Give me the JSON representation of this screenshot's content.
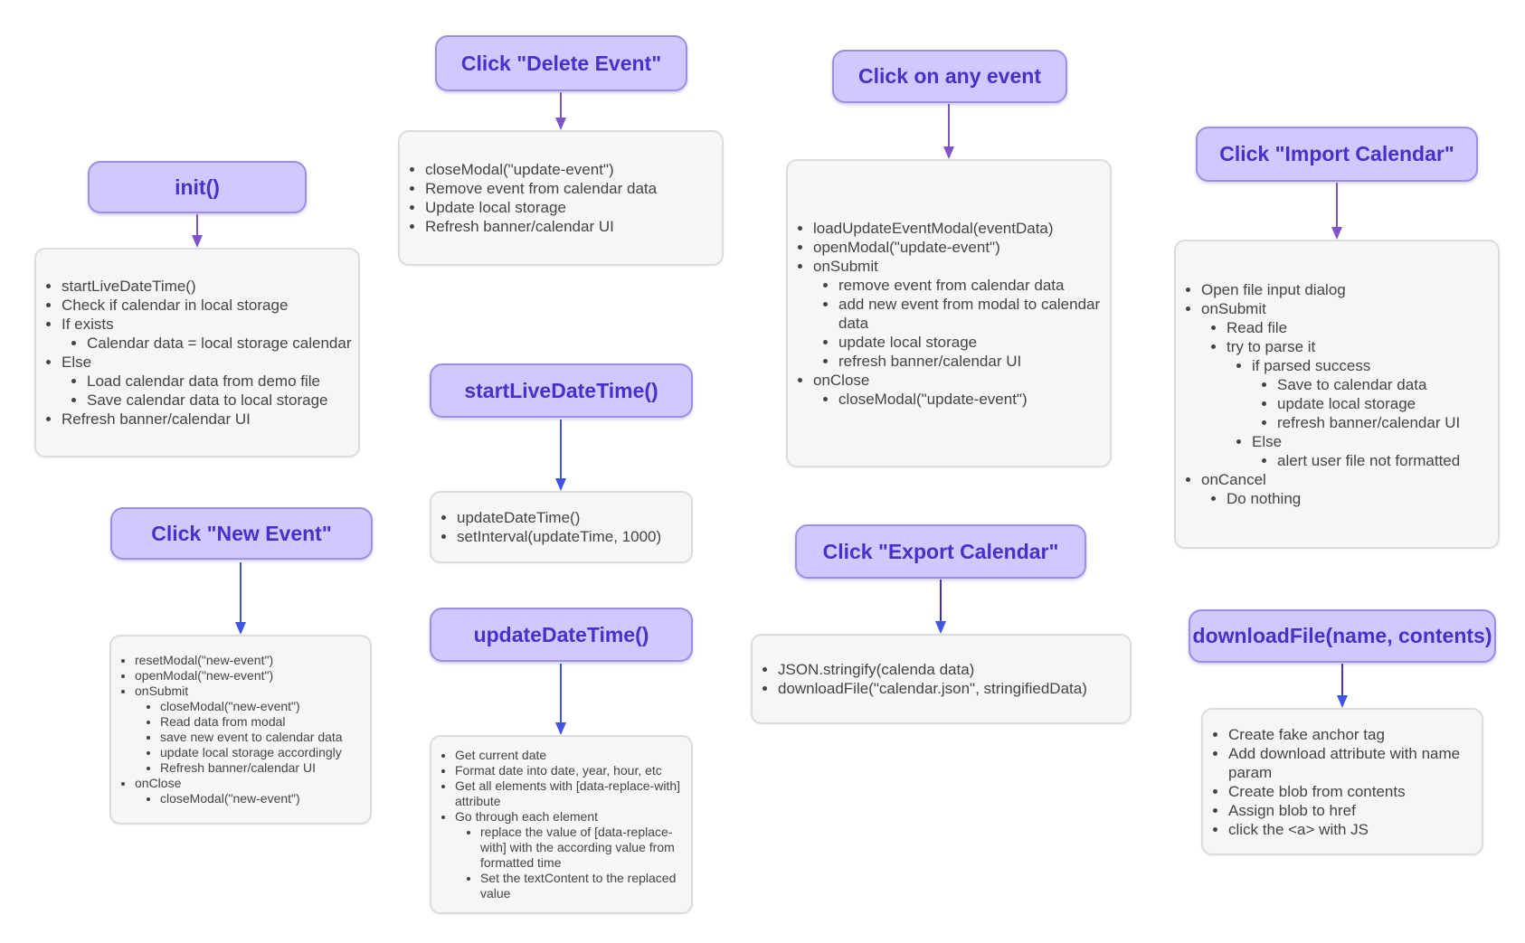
{
  "nodes": {
    "init": {
      "title": "init()",
      "items": [
        {
          "text": "startLiveDateTime()"
        },
        {
          "text": "Check if calendar in local storage"
        },
        {
          "text": "If exists",
          "children": [
            {
              "text": "Calendar data = local storage calendar"
            }
          ]
        },
        {
          "text": "Else",
          "children": [
            {
              "text": "Load calendar data from demo file"
            },
            {
              "text": "Save calendar data to local storage"
            }
          ]
        },
        {
          "text": "Refresh banner/calendar UI"
        }
      ]
    },
    "new_event": {
      "title": "Click \"New Event\"",
      "items": [
        {
          "text": "resetModal(\"new-event\")"
        },
        {
          "text": "openModal(\"new-event\")"
        },
        {
          "text": "onSubmit",
          "children": [
            {
              "text": "closeModal(\"new-event\")"
            },
            {
              "text": "Read data from modal"
            },
            {
              "text": "save new event to calendar data"
            },
            {
              "text": "update local storage accordingly"
            },
            {
              "text": "Refresh banner/calendar UI"
            }
          ]
        },
        {
          "text": "onClose",
          "children": [
            {
              "text": "closeModal(\"new-event\")"
            }
          ]
        }
      ]
    },
    "delete_event": {
      "title": "Click \"Delete Event\"",
      "items": [
        {
          "text": "closeModal(\"update-event\")"
        },
        {
          "text": "Remove event from calendar data"
        },
        {
          "text": "Update local storage"
        },
        {
          "text": "Refresh banner/calendar UI"
        }
      ]
    },
    "start_live": {
      "title": "startLiveDateTime()",
      "items": [
        {
          "text": "updateDateTime()"
        },
        {
          "text": "setInterval(updateTime, 1000)"
        }
      ]
    },
    "update_dt": {
      "title": "updateDateTime()",
      "items": [
        {
          "text": "Get current date"
        },
        {
          "text": "Format date into date, year, hour, etc"
        },
        {
          "text": "Get all elements with [data-replace-with] attribute"
        },
        {
          "text": "Go through each element",
          "children": [
            {
              "text": "replace the value of [data-replace-with] with the according value from formatted time"
            },
            {
              "text": "Set the textContent to the replaced value"
            }
          ]
        }
      ]
    },
    "any_event": {
      "title": "Click on any event",
      "items": [
        {
          "text": "loadUpdateEventModal(eventData)"
        },
        {
          "text": "openModal(\"update-event\")"
        },
        {
          "text": "onSubmit",
          "children": [
            {
              "text": "remove event from calendar data"
            },
            {
              "text": "add new event from modal to calendar data"
            },
            {
              "text": "update local storage"
            },
            {
              "text": "refresh banner/calendar UI"
            }
          ]
        },
        {
          "text": "onClose",
          "children": [
            {
              "text": "closeModal(\"update-event\")"
            }
          ]
        }
      ]
    },
    "export": {
      "title": "Click \"Export Calendar\"",
      "items": [
        {
          "text": "JSON.stringify(calenda data)"
        },
        {
          "text": "downloadFile(\"calendar.json\", stringifiedData)"
        }
      ]
    },
    "import": {
      "title": "Click \"Import Calendar\"",
      "items": [
        {
          "text": "Open file input dialog"
        },
        {
          "text": "onSubmit",
          "children": [
            {
              "text": "Read file"
            },
            {
              "text": "try to parse it",
              "children": [
                {
                  "text": "if parsed success",
                  "children": [
                    {
                      "text": "Save to calendar data"
                    },
                    {
                      "text": "update local storage"
                    },
                    {
                      "text": "refresh banner/calendar UI"
                    }
                  ]
                },
                {
                  "text": "Else",
                  "children": [
                    {
                      "text": "alert user file not formatted"
                    }
                  ]
                }
              ]
            }
          ]
        },
        {
          "text": "onCancel",
          "children": [
            {
              "text": "Do nothing"
            }
          ]
        }
      ]
    },
    "download": {
      "title": "downloadFile(name, contents)",
      "items": [
        {
          "text": "Create fake anchor tag"
        },
        {
          "text": "Add download attribute with name param"
        },
        {
          "text": "Create blob from contents"
        },
        {
          "text": "Assign blob to href"
        },
        {
          "text": "click the <a> with JS"
        }
      ]
    }
  },
  "colors": {
    "title_fill": "#d0c8ff",
    "title_border": "#9d8fe6",
    "title_text": "#4a2fc9",
    "box_fill": "#f6f6f6",
    "box_border": "#dcdcdc",
    "arrow_purple": "#8054c7",
    "arrow_blue": "#3d55e0"
  }
}
